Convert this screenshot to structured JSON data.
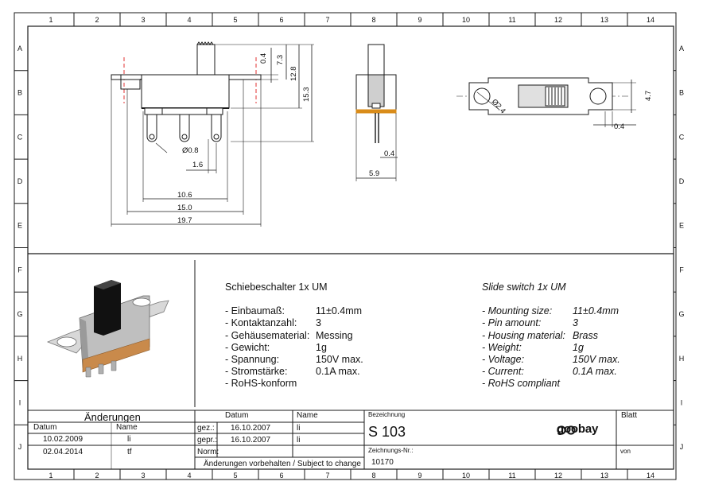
{
  "frame": {
    "columns": [
      "1",
      "2",
      "3",
      "4",
      "5",
      "6",
      "7",
      "8",
      "9",
      "10",
      "11",
      "12",
      "13",
      "14"
    ],
    "rows": [
      "A",
      "B",
      "C",
      "D",
      "E",
      "F",
      "G",
      "H",
      "I",
      "J"
    ]
  },
  "dimensions": {
    "front_view": [
      "0.4",
      "7.3",
      "12.8",
      "15.3",
      "Ø0.8",
      "1.6",
      "10.6",
      "15.0",
      "19.7"
    ],
    "side_view": [
      "0.4",
      "5.9"
    ],
    "top_view": [
      "Ø2.4",
      "4.7",
      "0.4"
    ]
  },
  "specs_de": {
    "title": "Schiebeschalter 1x UM",
    "rows": [
      {
        "k": "- Einbaumaß:",
        "v": "11±0.4mm"
      },
      {
        "k": "- Kontaktanzahl:",
        "v": "3"
      },
      {
        "k": "- Gehäusematerial:",
        "v": "Messing"
      },
      {
        "k": "- Gewicht:",
        "v": "1g"
      },
      {
        "k": "- Spannung:",
        "v": "150V max."
      },
      {
        "k": "- Stromstärke:",
        "v": "0.1A max."
      },
      {
        "k": "- RoHS-konform",
        "v": ""
      }
    ]
  },
  "specs_en": {
    "title": "Slide switch 1x UM",
    "rows": [
      {
        "k": "- Mounting size:",
        "v": "11±0.4mm"
      },
      {
        "k": "- Pin amount:",
        "v": "3"
      },
      {
        "k": "- Housing material:",
        "v": "Brass"
      },
      {
        "k": "- Weight:",
        "v": "1g"
      },
      {
        "k": "- Voltage:",
        "v": "150V max."
      },
      {
        "k": "- Current:",
        "v": "0.1A max."
      },
      {
        "k": "- RoHS compliant",
        "v": ""
      }
    ]
  },
  "title_block": {
    "aenderungen": "Änderungen",
    "datum": "Datum",
    "name": "Name",
    "changes": [
      {
        "date": "10.02.2009",
        "name": "li"
      },
      {
        "date": "02.04.2014",
        "name": "tf"
      }
    ],
    "gez_label": "gez.:",
    "gez_date": "16.10.2007",
    "gez_name": "li",
    "gepr_label": "gepr.:",
    "gepr_date": "16.10.2007",
    "gepr_name": "li",
    "norm_label": "Norm:",
    "notice": "Änderungen vorbehalten / Subject to change",
    "bezeichnung_label": "Bezeichnung",
    "bezeichnung": "S 103",
    "zeichnungsnr_label": "Zeichnungs-Nr.:",
    "zeichnungsnr": "10170",
    "blatt_label": "Blatt",
    "von_label": "von",
    "brand": "goobay"
  },
  "colors": {
    "line": "#1a1a1a",
    "red": "#e03030",
    "amber": "#d98c1a",
    "grey": "#cfcfcf"
  }
}
